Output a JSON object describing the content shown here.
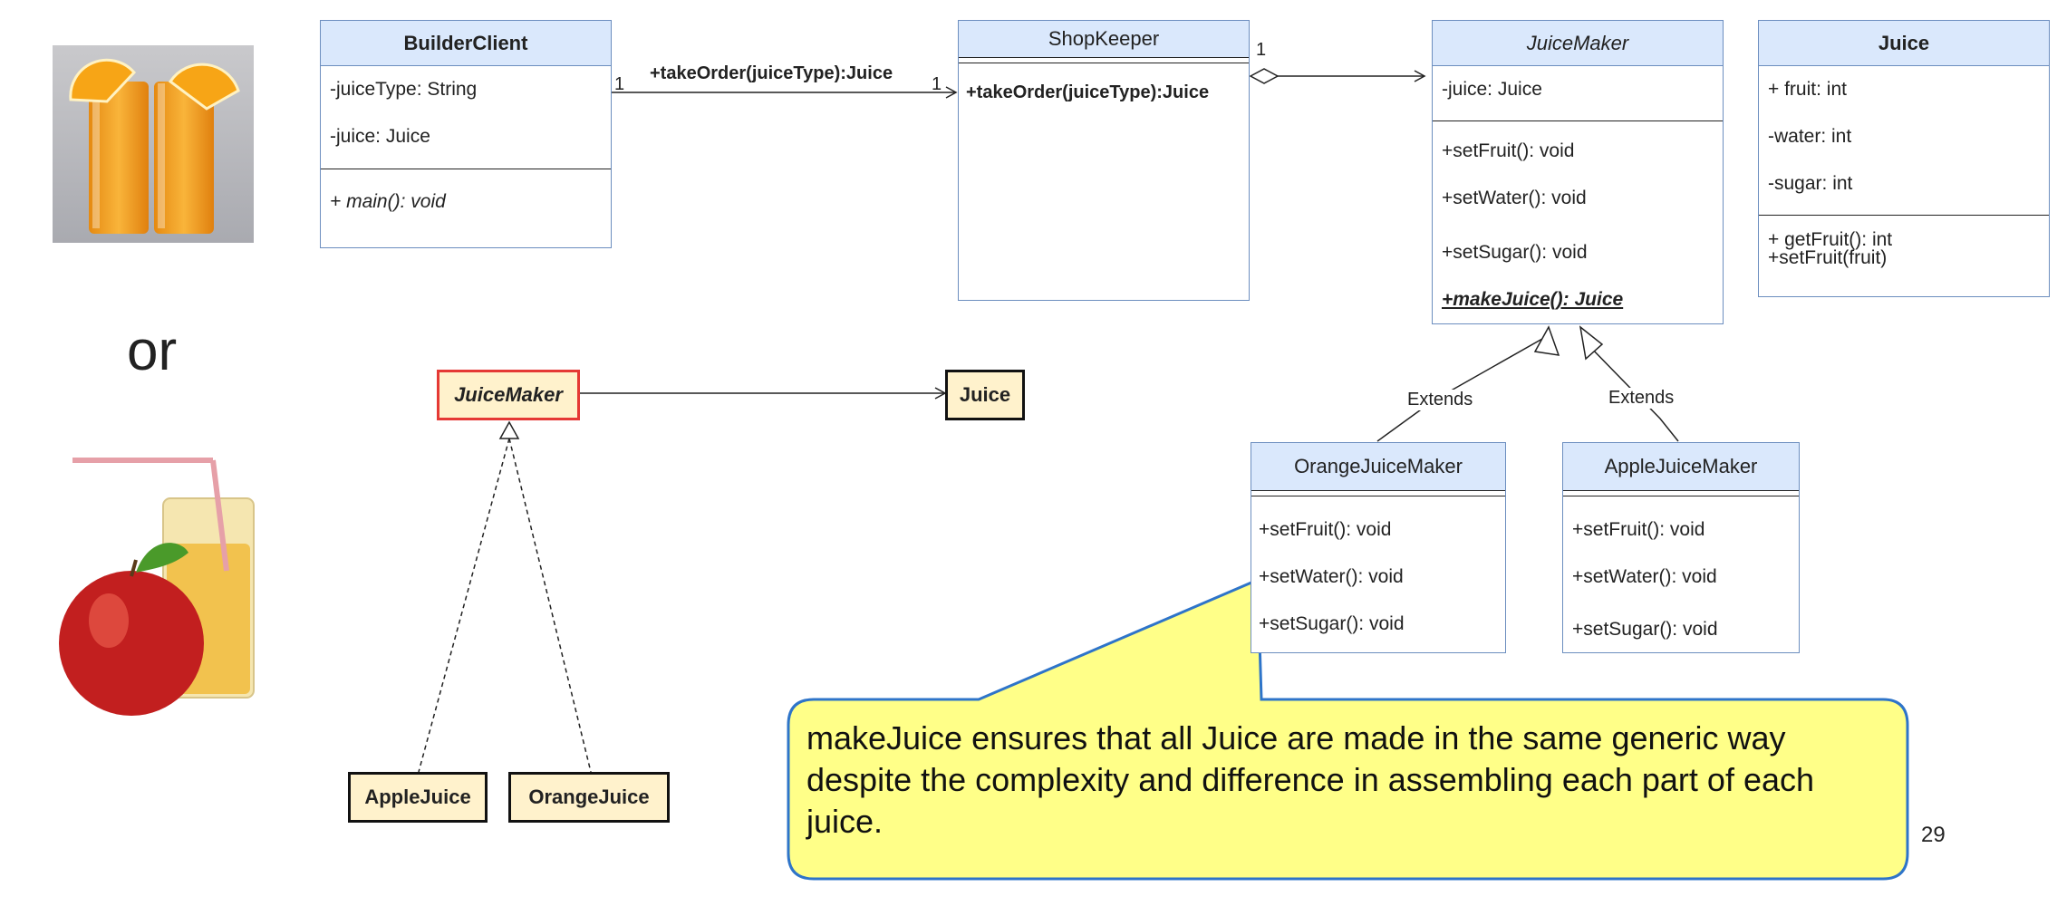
{
  "left": {
    "or_label": "or"
  },
  "builder_client": {
    "name": "BuilderClient",
    "attrs": [
      "-juiceType: String",
      "-juice: Juice"
    ],
    "methods": [
      "+ main(): void"
    ]
  },
  "shopkeeper": {
    "name": "ShopKeeper",
    "methods": [
      "+takeOrder(juiceType):Juice"
    ]
  },
  "juicemaker": {
    "name": "JuiceMaker",
    "attrs": [
      "-juice: Juice"
    ],
    "methods": [
      "+setFruit(): void",
      "+setWater(): void",
      "+setSugar(): void",
      "+makeJuice(): Juice"
    ]
  },
  "juice": {
    "name": "Juice",
    "attrs": [
      "+ fruit: int",
      "-water: int",
      "-sugar: int"
    ],
    "methods": [
      "+ getFruit(): int",
      "+setFruit(fruit)"
    ]
  },
  "orange_maker": {
    "name": "OrangeJuiceMaker",
    "methods": [
      "+setFruit(): void",
      "+setWater(): void",
      "+setSugar(): void"
    ]
  },
  "apple_maker": {
    "name": "AppleJuiceMaker",
    "methods": [
      "+setFruit(): void",
      "+setWater(): void",
      "+setSugar(): void"
    ]
  },
  "assoc": {
    "label": "+takeOrder(juiceType):Juice",
    "mult_left": "1",
    "mult_right": "1",
    "mult_agg": "1"
  },
  "extends_label": "Extends",
  "mini": {
    "juicemaker": "JuiceMaker",
    "juice": "Juice",
    "apple": "AppleJuice",
    "orange": "OrangeJuice"
  },
  "callout": {
    "highlight": "makeJuice",
    "text": " ensures that all Juice are made in the same generic way despite the complexity and difference in assembling each part of each juice."
  },
  "page_number": "29",
  "colors": {
    "class_header": "#dae8fc",
    "class_border": "#6c8ebf",
    "mini_fill": "#fff2cc",
    "callout_fill": "#ffff88",
    "callout_border": "#2e74c9",
    "abstract_border": "#e53935"
  }
}
